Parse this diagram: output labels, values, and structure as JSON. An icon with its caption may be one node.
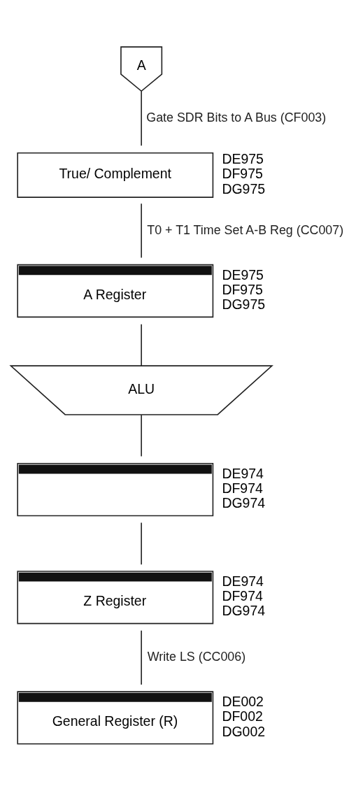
{
  "diagram": {
    "nodes": [
      {
        "text": [
          "A"
        ]
      },
      {
        "text": [
          "True/ Complement"
        ],
        "beside": [
          "DE975",
          "DF975",
          "DG975"
        ]
      },
      {
        "text": [
          "A Register"
        ],
        "beside": [
          "DE975",
          "DF975",
          "DG975"
        ]
      },
      {
        "text": [
          "ALU"
        ]
      },
      {
        "text": [],
        "shape": "box",
        "beside": [
          "DE974",
          "DF974",
          "DG974"
        ]
      },
      {
        "text": [
          "Z Register"
        ],
        "beside": [
          "DE974",
          "DF974",
          "DG974"
        ]
      },
      {
        "text": [
          "General Register (R)"
        ],
        "beside": [
          "DE002",
          "DF002",
          "DG002"
        ]
      }
    ],
    "edges": [
      {
        "from": 0,
        "to": 1,
        "arrow": "none",
        "label": "Gate SDR Bits to A Bus (CF003)"
      },
      {
        "from": 1,
        "to": 2,
        "arrow": "none",
        "label": "T0 + T1 Time Set A-B Reg (CC007)"
      },
      {
        "from": 2,
        "to": 3,
        "arrow": "none"
      },
      {
        "from": 3,
        "to": 4,
        "arrow": "none"
      },
      {
        "from": 4,
        "to": 5,
        "arrow": "none"
      },
      {
        "from": 5,
        "to": 6,
        "arrow": "none",
        "label": "Write LS (CC006)"
      }
    ]
  }
}
